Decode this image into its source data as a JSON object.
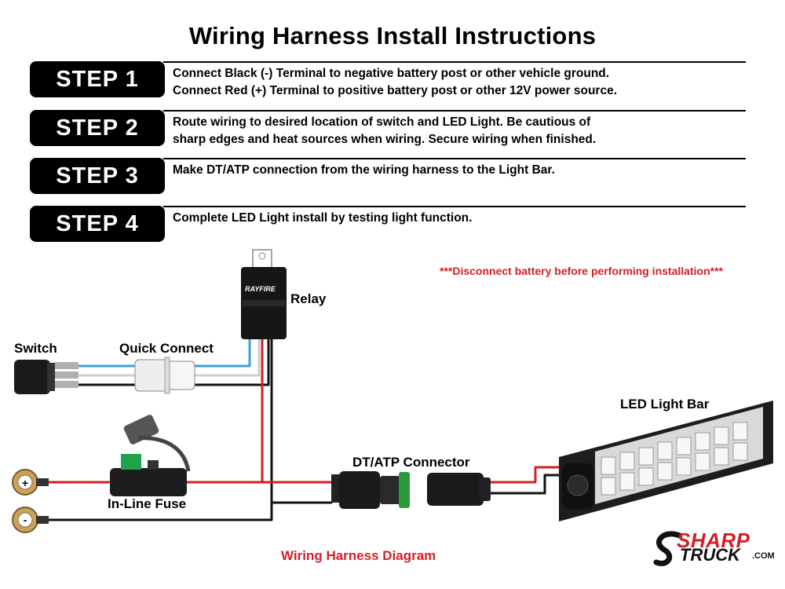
{
  "title": "Wiring Harness Install Instructions",
  "steps": [
    {
      "label": "STEP 1",
      "lines": [
        "Connect Black (-) Terminal to negative battery post or other vehicle ground.",
        "Connect Red (+) Terminal to positive battery post or other 12V power source."
      ]
    },
    {
      "label": "STEP 2",
      "lines": [
        "Route wiring to desired location of switch and LED Light.  Be cautious of",
        "sharp edges and heat sources when wiring.  Secure wiring when finished."
      ]
    },
    {
      "label": "STEP 3",
      "lines": [
        "Make DT/ATP connection from the wiring harness to the Light Bar."
      ]
    },
    {
      "label": "STEP 4",
      "lines": [
        "Complete LED Light install by testing light function."
      ]
    }
  ],
  "warning": "***Disconnect battery before performing installation***",
  "components": {
    "relay": "Relay",
    "relay_brand": "RAYFIRE",
    "switch": "Switch",
    "quick_connect": "Quick Connect",
    "led_light_bar": "LED Light Bar",
    "dt_atp_connector": "DT/ATP Connector",
    "inline_fuse": "In-Line Fuse",
    "positive_terminal": "+",
    "negative_terminal": "-"
  },
  "caption": "Wiring Harness Diagram",
  "logo": {
    "line1": "SHARP",
    "line2": "TRUCK",
    "suffix": ".COM"
  },
  "colors": {
    "wire_red": "#d41f26",
    "wire_black": "#111111",
    "wire_blue": "#3aa0dc",
    "wire_white": "#cccccc",
    "accent_red": "#d41f26",
    "fuse_green": "#1fa34a",
    "connector_green": "#2c9a3a",
    "terminal_brass": "#c9a25e"
  }
}
